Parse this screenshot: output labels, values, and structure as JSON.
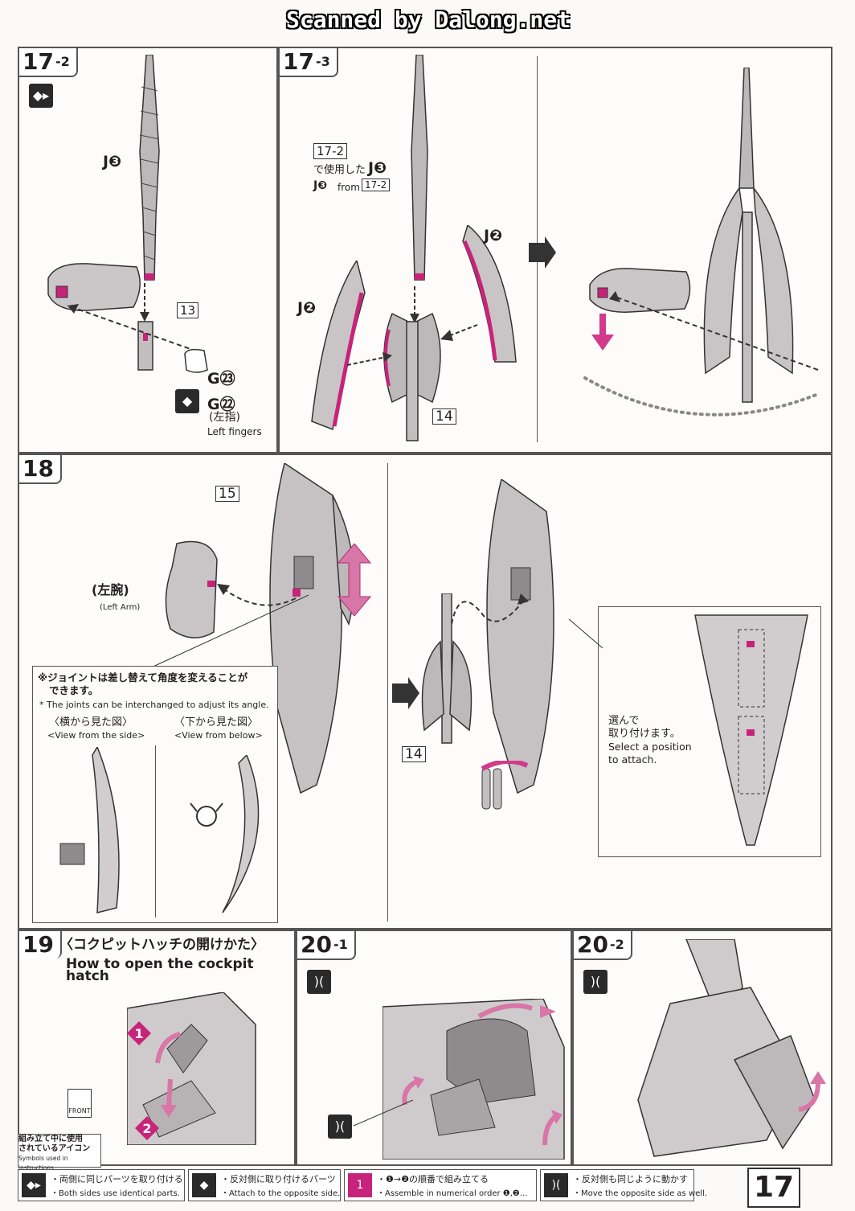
{
  "header": {
    "scan_credit": "Scanned by Dalong.net"
  },
  "step_17_2": {
    "tag": "17",
    "tag_sub": "-2",
    "label_j3": "J❸",
    "part_13": "13",
    "label_g23": "G㉓",
    "label_g22": "G㉒",
    "label_left_finger_jp": "(左指)",
    "label_left_finger_en": "Left fingers"
  },
  "step_17_3": {
    "tag": "17",
    "tag_sub": "-3",
    "ref_box": "17-2",
    "ref_jp": "で使用した",
    "ref_j3": "J❸",
    "ref_en_j3": "J❸",
    "ref_en_from": "from",
    "ref_en_box": "17-2",
    "label_j2_left": "J❷",
    "label_j2_right": "J❷",
    "part_14": "14"
  },
  "step_18": {
    "tag": "18",
    "part_15": "15",
    "left_arm_jp": "(左腕)",
    "left_arm_en": "(Left Arm)",
    "note_jp_line1": "※ジョイントは差し替えて角度を変えることが",
    "note_jp_line2": "できます。",
    "note_en": "* The joints can be interchanged to adjust its angle.",
    "view_side_jp": "〈横から見た図〉",
    "view_side_en": "<View from the side>",
    "view_below_jp": "〈下から見た図〉",
    "view_below_en": "<View from below>",
    "part_14": "14",
    "select_jp_line1": "選んで",
    "select_jp_line2": "取り付けます。",
    "select_en_line1": "Select a position",
    "select_en_line2": "to attach."
  },
  "step_19": {
    "tag": "19",
    "title_jp": "〈コクピットハッチの開けかた〉",
    "title_en": "How to open the cockpit hatch",
    "front_label": "FRONT",
    "num_1": "1",
    "num_2": "2"
  },
  "step_20_1": {
    "tag": "20",
    "tag_sub": "-1"
  },
  "step_20_2": {
    "tag": "20",
    "tag_sub": "-2"
  },
  "symbols_header": {
    "jp_line1": "組み立て中に使用",
    "jp_line2": "されているアイコン",
    "en": "Symbols used in instructions"
  },
  "legend": [
    {
      "icon": "both-sides-icon",
      "jp": "・両側に同じパーツを取り付ける",
      "en": "・Both sides use identical parts."
    },
    {
      "icon": "opposite-side-icon",
      "jp": "・反対側に取り付けるパーツ",
      "en": "・Attach to the opposite side."
    },
    {
      "icon": "numbered-order-icon",
      "jp": "・❶→❷の順番で組み立てる",
      "en": "・Assemble in numerical order ❶,❷..."
    },
    {
      "icon": "move-opposite-icon",
      "jp": "・反対側も同じように動かす",
      "en": "・Move the opposite side as well."
    }
  ],
  "page_number": "17",
  "colors": {
    "accent_magenta": "#c8237a",
    "part_grey": "#b9b5b6",
    "line": "#333333"
  }
}
